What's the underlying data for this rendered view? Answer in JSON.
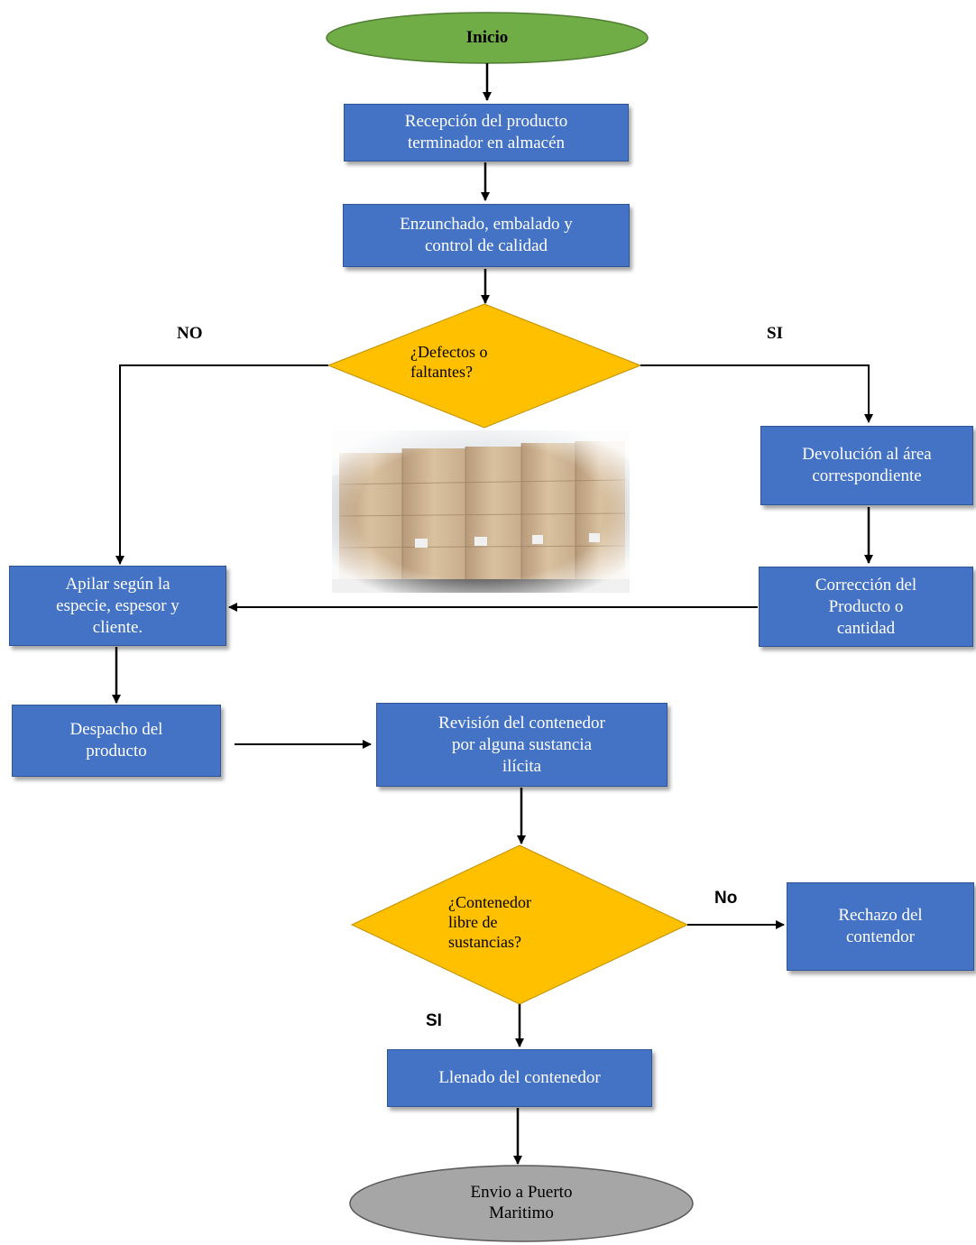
{
  "nodes": {
    "inicio": "Inicio",
    "recepcion": "Recepción  del producto\nterminador  en almacén",
    "enzunchado": "Enzunchado,  embalado y\ncontrol  de calidad",
    "defectos": "¿Defectos  o\nfaltantes?",
    "devolucion": "Devolución  al área\ncorrespondiente",
    "correccion": "Corrección  del\nProducto  o\ncantidad",
    "apilar": "Apilar   según la\nespecie,  espesor y\ncliente.",
    "despacho": "Despacho  del\nproducto",
    "revision": "Revisión  del contenedor\npor alguna  sustancia\nilícita",
    "contenedor_libre": "¿Contenedor\nlibre  de\nsustancias?",
    "rechazo": "Rechazo  del\ncontendor",
    "llenado": "Llenado  del contenedor",
    "envio": "Envio  a Puerto\nMaritimo"
  },
  "labels": {
    "no_left": "NO",
    "si_right": "SI",
    "no_container": "No",
    "si_container": "SI"
  },
  "colors": {
    "process": "#4472c4",
    "decision": "#ffc000",
    "start": "#70ad47",
    "end": "#a6a6a6"
  }
}
